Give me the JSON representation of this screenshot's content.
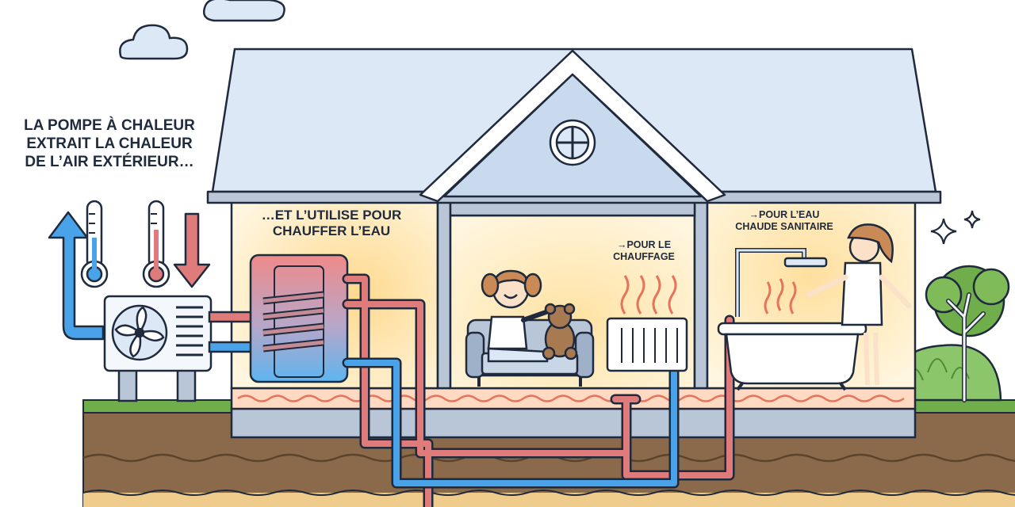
{
  "labels": {
    "intro": [
      "LA POMPE À CHALEUR",
      "EXTRAIT LA CHALEUR",
      "DE L’AIR EXTÉRIEUR…"
    ],
    "utilise": [
      "…ET L’UTILISE POUR",
      "CHAUFFER L’EAU"
    ],
    "chauffage": [
      "→POUR LE",
      "CHAUFFAGE"
    ],
    "sanitaire": [
      "→POUR L’EAU",
      "CHAUDE SANITAIRE"
    ]
  },
  "colors": {
    "outline": "#1f2a3d",
    "roof": "#dce8f6",
    "wall": "#fff4d6",
    "hot_pipe": "#e07b7b",
    "cold_pipe": "#4aa3e8",
    "soil": "#8a6a4a",
    "grass": "#6fae4a",
    "floor_heat": "#ffd9c2"
  },
  "icons": [
    "cloud-icon",
    "thermometer-cold-icon",
    "thermometer-hot-icon",
    "arrow-up-icon",
    "arrow-down-icon",
    "fan-icon",
    "sparkle-icon",
    "tree-icon"
  ]
}
